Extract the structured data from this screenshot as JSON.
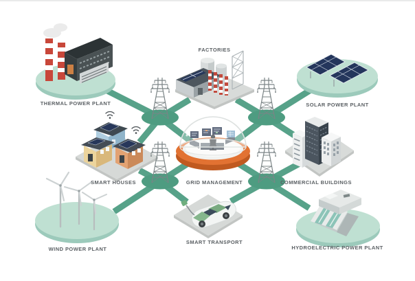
{
  "diagram": {
    "type": "smart-grid-infographic",
    "junction_count": 4
  },
  "nodes": {
    "thermal_power_plant": {
      "label": "THERMAL POWER PLANT"
    },
    "factories": {
      "label": "FACTORIES"
    },
    "solar_power_plant": {
      "label": "SOLAR POWER PLANT"
    },
    "smart_houses": {
      "label": "SMART HOUSES"
    },
    "grid_management": {
      "label": "GRID MANAGEMENT"
    },
    "commercial_buildings": {
      "label": "COMMERCIAL BUILDINGS"
    },
    "wind_power_plant": {
      "label": "WIND POWER PLANT"
    },
    "smart_transport": {
      "label": "SMART TRANSPORT"
    },
    "hydroelectric_power_plant": {
      "label": "HYDROELECTRIC POWER PLANT"
    }
  },
  "colors": {
    "background": "#ffffff",
    "connection_line": "#57a289",
    "junction_node": "#4e9c81",
    "platform_teal_top": "#bfe0d2",
    "platform_teal_side": "#9ccabb",
    "platform_gray_top": "#d7dad8",
    "platform_gray_side": "#c2c5c3",
    "grid_management_base_orange": "#e27232",
    "solar_panel_navy": "#24365c",
    "chimney_red": "#c8473a",
    "label_text": "#5b6064"
  },
  "icons": {
    "transmission_tower": "transmission-tower-icon",
    "wifi": "wifi-icon",
    "smoke": "smoke-icon",
    "charging_plug": "charging-plug-icon"
  }
}
